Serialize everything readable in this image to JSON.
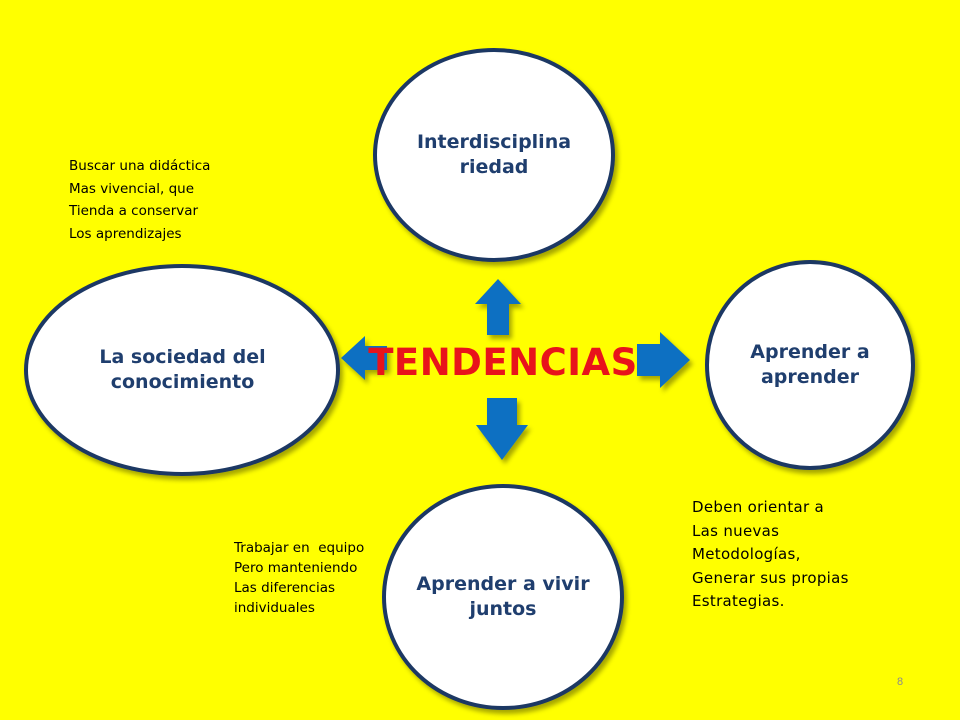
{
  "center": {
    "title": "TENDENCIAS"
  },
  "nodes": {
    "top": "Interdisciplina riedad",
    "right": "Aprender a aprender",
    "bottom": "Aprender a vivir juntos",
    "left": "La sociedad del conocimiento"
  },
  "notes": {
    "top_left": [
      "Buscar una didáctica",
      "Mas vivencial, que",
      "Tienda a conservar",
      "Los aprendizajes"
    ],
    "bottom_left": [
      "Trabajar en  equipo",
      "Pero manteniendo",
      "Las diferencias",
      "individuales"
    ],
    "bottom_right": [
      "Deben orientar a",
      "Las nuevas",
      "Metodologías,",
      "Generar sus propias",
      "Estrategias."
    ]
  },
  "page_number": "8",
  "colors": {
    "background": "#ffff00",
    "circle_fill": "#ffffff",
    "circle_border": "#1f3864",
    "arrow": "#0a6fc2",
    "title": "#e8131b",
    "node_text": "#1f3e6e"
  },
  "icons": [
    "arrow-up-icon",
    "arrow-down-icon",
    "arrow-left-icon",
    "arrow-right-icon"
  ]
}
